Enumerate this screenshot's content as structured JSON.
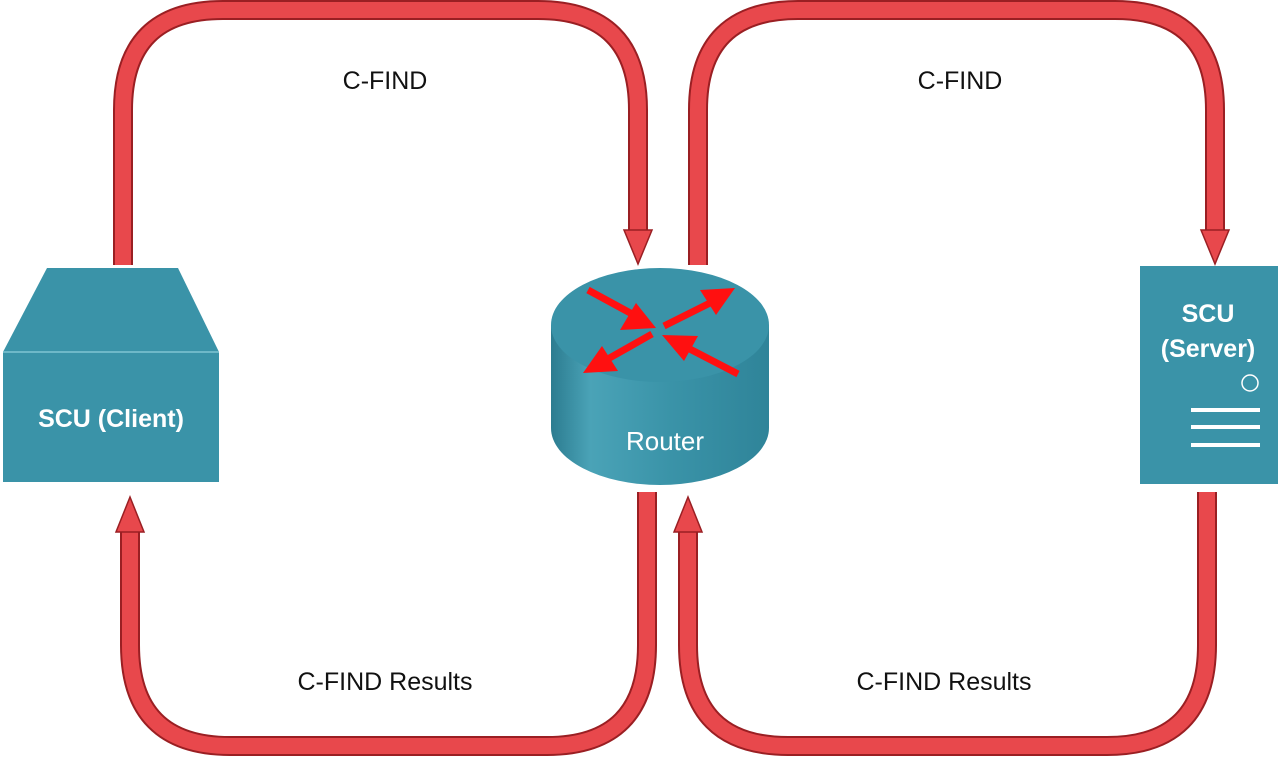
{
  "colors": {
    "flow_stroke": "#e8484c",
    "flow_outline": "#9a1f23",
    "node_fill": "#3a93a8",
    "node_dark": "#2f7f92",
    "router_arrow": "#ff1010"
  },
  "icons": {
    "client": "workstation-icon",
    "router": "router-icon",
    "server": "server-icon"
  },
  "nodes": {
    "client": {
      "label": "SCU (Client)"
    },
    "router": {
      "label": "Router"
    },
    "server": {
      "label_line1": "SCU",
      "label_line2": "(Server)"
    }
  },
  "flows": {
    "client_to_router": {
      "label": "C-FIND"
    },
    "router_to_server": {
      "label": "C-FIND"
    },
    "router_to_client": {
      "label": "C-FIND Results"
    },
    "server_to_router": {
      "label": "C-FIND Results"
    }
  }
}
